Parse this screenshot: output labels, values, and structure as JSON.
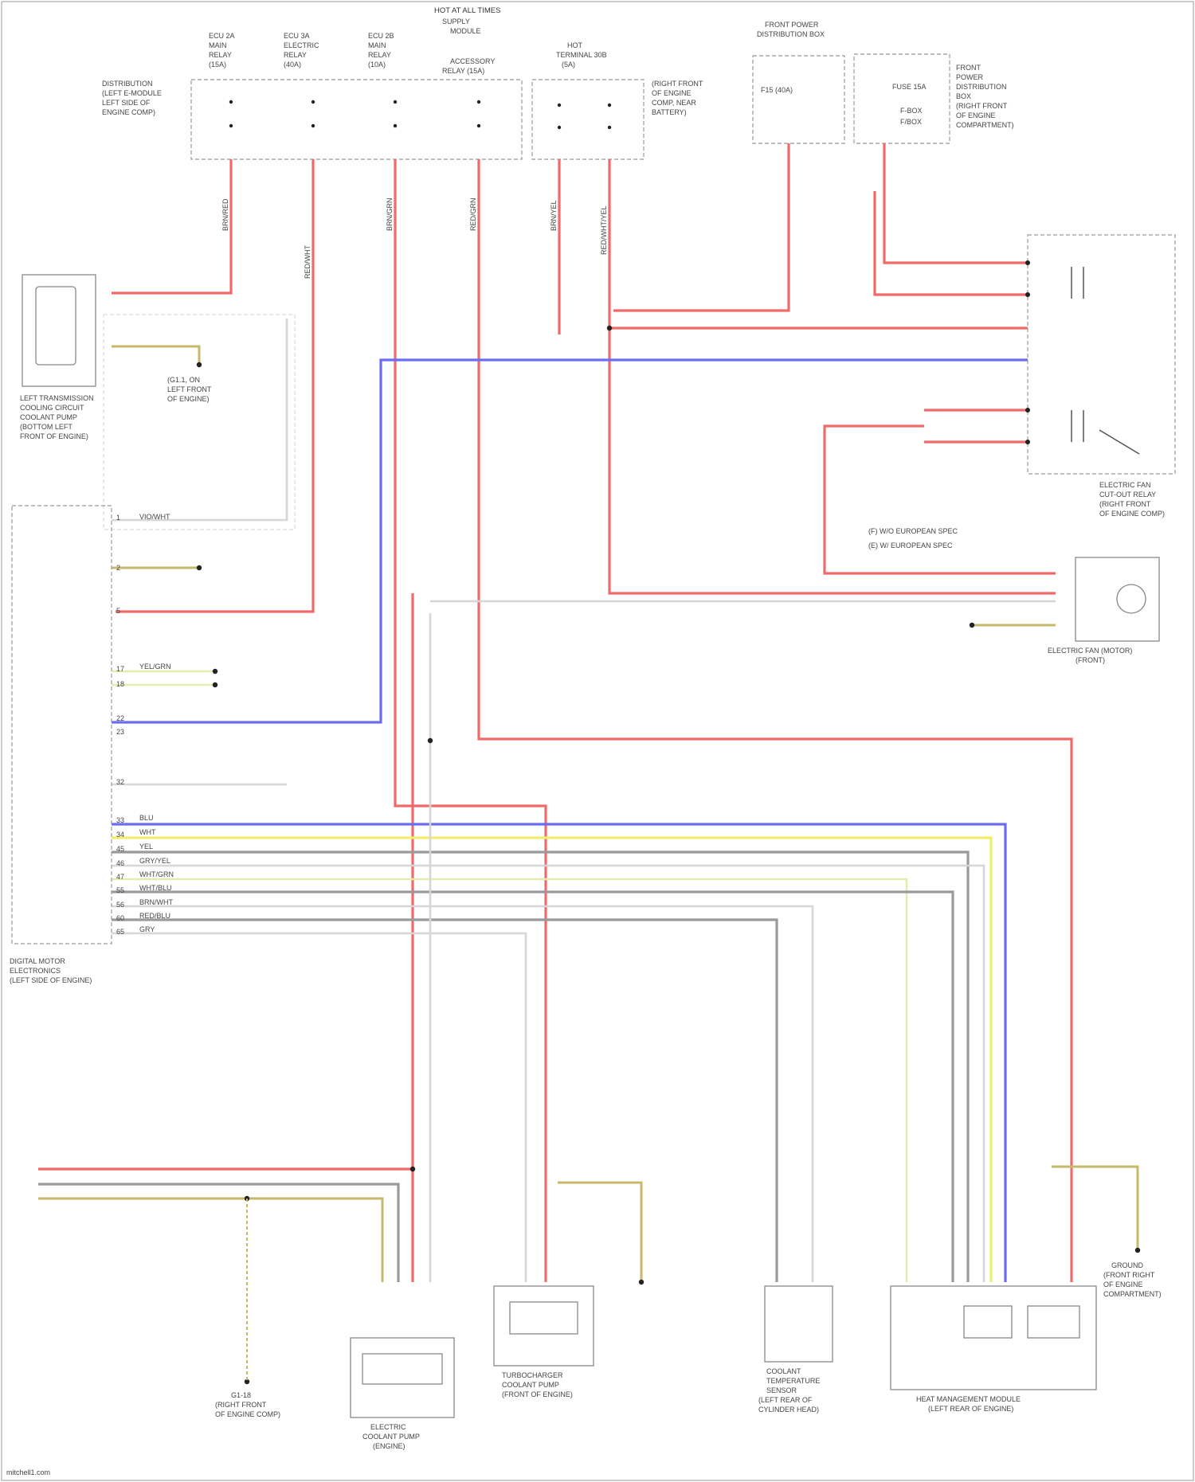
{
  "diagram": {
    "title": "HOT AT ALL TIMES",
    "subtitle_top": [
      "SUPPLY",
      "MODULE"
    ],
    "relay_boxes": [
      {
        "id": "r1",
        "lines": [
          "ECU 2A",
          "MAIN",
          "RELAY",
          "(15A)"
        ]
      },
      {
        "id": "r2",
        "lines": [
          "ECU 3A",
          "ELECTRIC",
          "RELAY",
          "(40A)"
        ]
      },
      {
        "id": "r3",
        "lines": [
          "ECU 2B",
          "MAIN",
          "RELAY",
          "(10A)"
        ]
      },
      {
        "id": "r4",
        "lines": [
          "ACCESSORY",
          "RELAY (15A)"
        ]
      },
      {
        "id": "r5",
        "lines": [
          "HOT",
          "TERMINAL 30B",
          "(5A)"
        ]
      }
    ],
    "relay_box_left_note": [
      "DISTRIBUTION",
      "(LEFT E-MODULE",
      "LEFT SIDE OF",
      "ENGINE COMP)"
    ],
    "relay_box_right_note": [
      "(RIGHT FRONT",
      "OF ENGINE",
      "COMP, NEAR",
      "BATTERY)"
    ],
    "right_top_block": [
      "FRONT",
      "POWER",
      "DISTRIBUTION",
      "BOX",
      "(RIGHT FRONT",
      "OF ENGINE",
      "COMPARTMENT)"
    ],
    "fuse_block_top": [
      "FRONT POWER",
      "DISTRIBUTION BOX"
    ],
    "fuse_label": "F15 (40A)",
    "labels_top_right": [
      "FUSE 15A",
      "F-BOX",
      "F/BOX"
    ],
    "wire_codes_vertical": [
      "BRN/RED",
      "RED/WHT",
      "BRN/GRN",
      "RED/GRN",
      "BRN/YEL",
      "RED/WHT/YEL"
    ],
    "left_module": [
      "LEFT TRANSMISSION",
      "COOLING CIRCUIT",
      "COOLANT PUMP",
      "(BOTTOM LEFT",
      "FRONT OF ENGINE)"
    ],
    "ground_labels": [
      "GROUND",
      "(LEFT FRONT",
      "OF ENGINE)",
      "(G1.1, ON",
      "LEFT FRONT",
      "OF ENGINE)"
    ],
    "dme_label": [
      "DIGITAL MOTOR",
      "ELECTRONICS",
      "(LEFT SIDE OF ENGINE)"
    ],
    "dme_pins": [
      "1",
      "2",
      "5",
      "17",
      "18",
      "22",
      "23",
      "32",
      "33",
      "34",
      "45",
      "46",
      "47",
      "55",
      "56",
      "60",
      "65"
    ],
    "dme_wire_labels": [
      "BLU",
      "WHT",
      "YEL",
      "GRY/YEL",
      "WHT/GRN",
      "WHT/BLU",
      "BRN/WHT",
      "RED/BLU",
      "GRY",
      "YEL/GRN",
      "VIO/WHT"
    ],
    "relay_right_label": [
      "ELECTRIC FAN",
      "CUT-OUT RELAY",
      "(RIGHT FRONT",
      "OF ENGINE COMP)"
    ],
    "relay_right_notes": [
      "(F) W/O EUROPEAN SPEC",
      "(E) W/ EUROPEAN SPEC"
    ],
    "fan_label": [
      "ELECTRIC FAN (MOTOR)",
      "(FRONT)"
    ],
    "bottom_components": [
      [
        "ELECTRIC",
        "COOLANT PUMP",
        "(ENGINE)"
      ],
      [
        "TURBOCHARGER",
        "COOLANT PUMP",
        "(FRONT OF ENGINE)"
      ],
      [
        "COOLANT",
        "TEMPERATURE",
        "SENSOR",
        "(LEFT REAR OF",
        "CYLINDER HEAD)"
      ],
      [
        "HEAT MANAGEMENT MODULE",
        "(LEFT REAR OF ENGINE)"
      ],
      [
        "GROUND",
        "(FRONT RIGHT",
        "OF ENGINE",
        "COMPARTMENT)"
      ]
    ],
    "bottom_left_note": [
      "G1-18",
      "(RIGHT FRONT",
      "OF ENGINE COMP)"
    ],
    "footer": "mitchell1.com"
  }
}
